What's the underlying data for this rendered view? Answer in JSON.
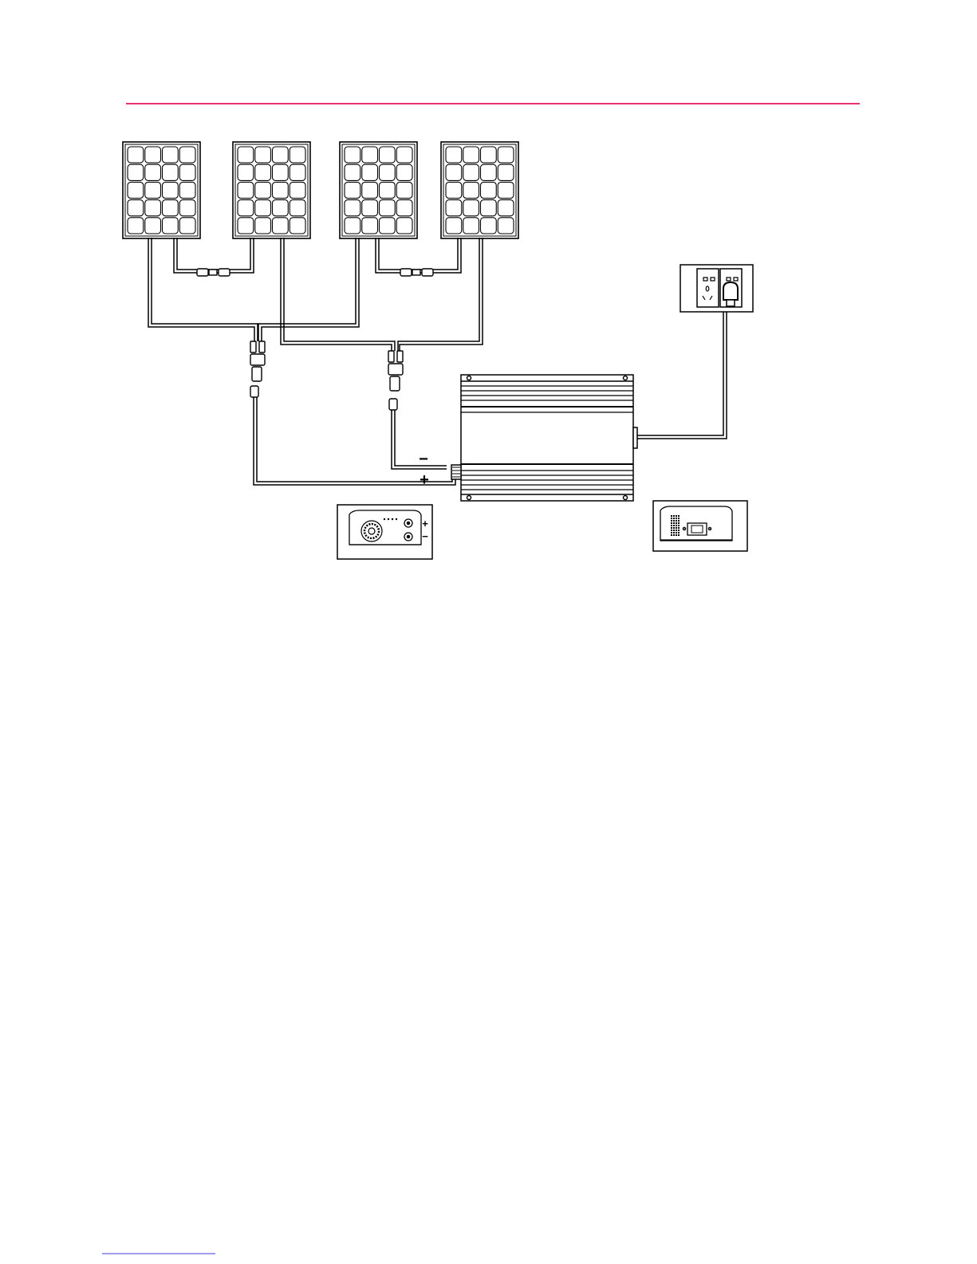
{
  "colors": {
    "accent_rule": "#e8336d",
    "footnote_rule": "#3b3bd6",
    "ink": "#000000",
    "background": "#ffffff"
  },
  "diagram": {
    "solar_panels": [
      {
        "id": "panel-1",
        "icon": "solar-panel-icon",
        "grid": [
          4,
          5
        ]
      },
      {
        "id": "panel-2",
        "icon": "solar-panel-icon",
        "grid": [
          4,
          5
        ]
      },
      {
        "id": "panel-3",
        "icon": "solar-panel-icon",
        "grid": [
          4,
          5
        ]
      },
      {
        "id": "panel-4",
        "icon": "solar-panel-icon",
        "grid": [
          4,
          5
        ]
      }
    ],
    "inverter": {
      "icon": "grid-tie-inverter-icon"
    },
    "wall_outlet": {
      "icon": "wall-socket-icon"
    },
    "dc_terminals": {
      "negative": "−",
      "positive": "+"
    },
    "dc_end_view": {
      "icon": "inverter-dc-end-icon",
      "labels": {
        "positive": "+",
        "negative": "−"
      }
    },
    "ac_end_view": {
      "icon": "inverter-ac-end-icon"
    }
  }
}
